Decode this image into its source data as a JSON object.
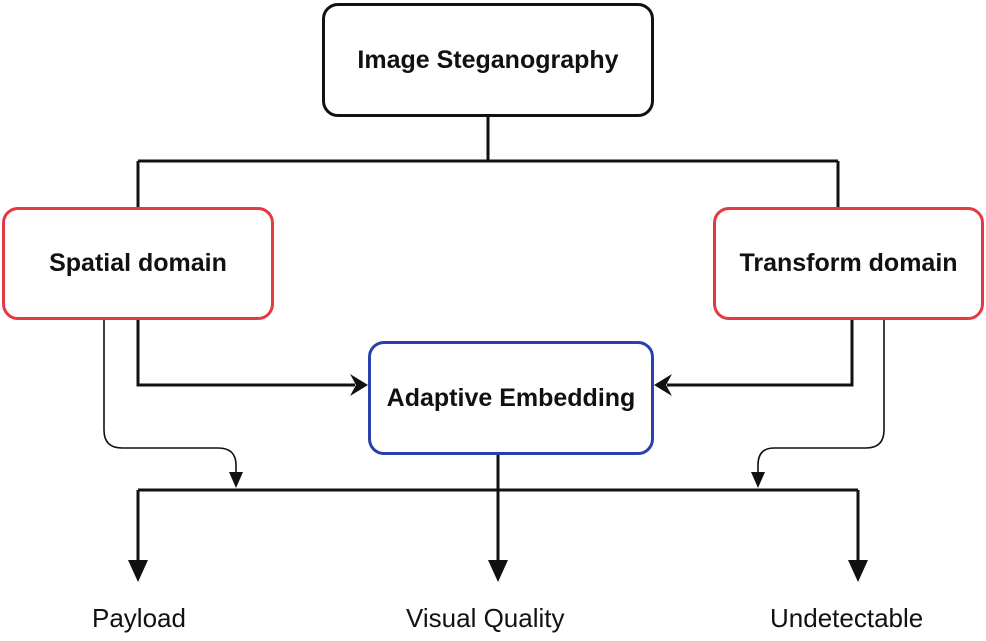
{
  "diagram": {
    "root": {
      "label": "Image Steganography"
    },
    "branches": [
      {
        "label": "Spatial domain"
      },
      {
        "label": "Transform domain"
      }
    ],
    "center": {
      "label": "Adaptive Embedding"
    },
    "outcomes": [
      {
        "label": "Payload"
      },
      {
        "label": "Visual Quality"
      },
      {
        "label": "Undetectable"
      }
    ]
  },
  "colors": {
    "root_border": "#111111",
    "domain_border": "#e53941",
    "adaptive_border": "#2a3fae",
    "connector": "#111111",
    "text": "#111111"
  }
}
